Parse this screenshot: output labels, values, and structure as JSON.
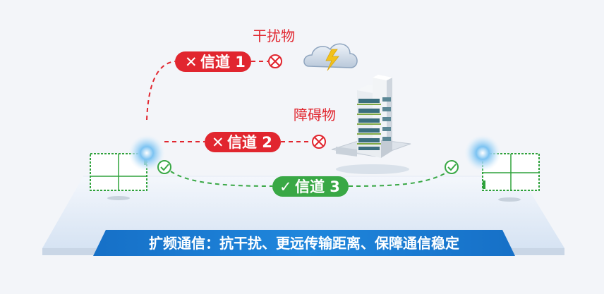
{
  "channels": [
    {
      "label": "信道 1",
      "status": "blocked",
      "mark": "✕",
      "color": "#e1262f"
    },
    {
      "label": "信道 2",
      "status": "blocked",
      "mark": "✕",
      "color": "#e1262f"
    },
    {
      "label": "信道 3",
      "status": "ok",
      "mark": "✓",
      "color": "#39a845"
    }
  ],
  "obstacles": {
    "interference": "干扰物",
    "obstruction": "障碍物"
  },
  "banner": {
    "text": "扩频通信：抗干扰、更远传输距离、保障通信稳定"
  },
  "colors": {
    "blocked": "#e1262f",
    "ok": "#39a845",
    "banner": "#1a7ad0",
    "module_border": "#2fa23b",
    "signal": "#4aa8ea"
  },
  "icons": {
    "cloud": "lightning-cloud-icon",
    "building": "building-icon",
    "blocked_marker": "circle-x-icon",
    "ok_marker": "circle-check-icon",
    "module": "rf-module-icon",
    "signal": "signal-glow-icon"
  }
}
